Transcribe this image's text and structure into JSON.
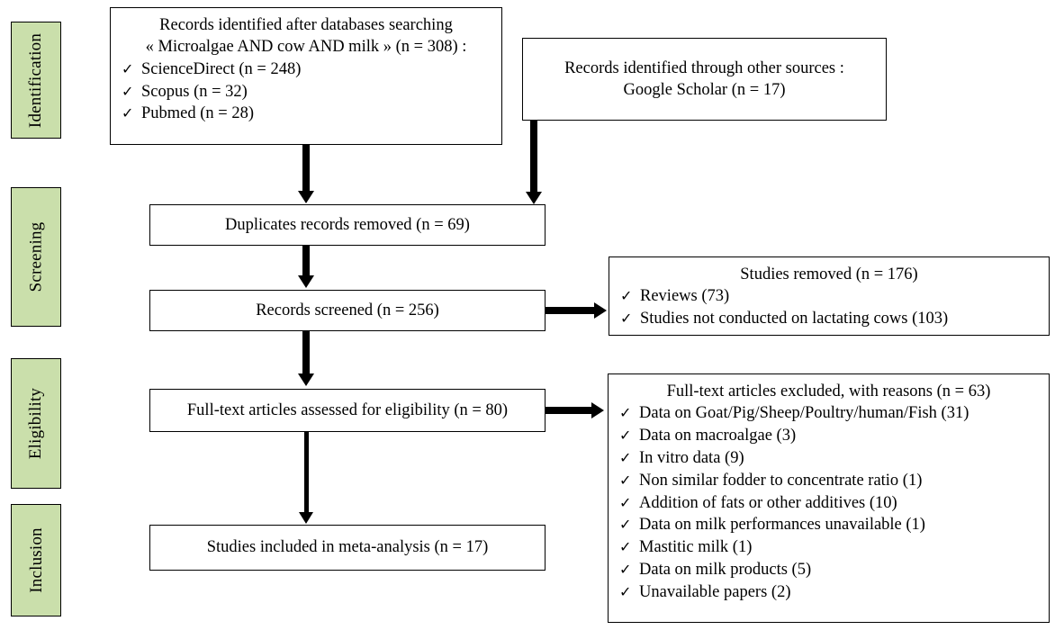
{
  "diagram": {
    "title": "PRISMA flow diagram",
    "accent_green": "#cadfab",
    "line_color": "#000000",
    "background": "#ffffff"
  },
  "stages": [
    {
      "label": "Identification"
    },
    {
      "label": "Screening"
    },
    {
      "label": "Eligibility"
    },
    {
      "label": "Inclusion"
    }
  ],
  "boxes": {
    "identified_databases": {
      "line1": "Records identified after databases  searching",
      "line2": "« Microalgae AND cow AND milk » (n = 308) :",
      "items": [
        {
          "tick": "✓",
          "text": "ScienceDirect  (n = 248)"
        },
        {
          "tick": "✓",
          "text": "Scopus (n = 32)"
        },
        {
          "tick": "✓",
          "text": "Pubmed (n = 28)"
        }
      ]
    },
    "identified_other": {
      "line1": "Records identified through other sources :",
      "line2": "Google Scholar  (n = 17)"
    },
    "duplicates_removed": {
      "text": "Duplicates records removed (n = 69)"
    },
    "records_screened": {
      "text": "Records screened  (n = 256)"
    },
    "studies_removed": {
      "title": "Studies removed (n = 176)",
      "items": [
        {
          "tick": "✓",
          "text": "Reviews  (73)"
        },
        {
          "tick": "✓",
          "text": "Studies not conducted on lactating cows (103)"
        }
      ]
    },
    "fulltext_assessed": {
      "text": "Full-text articles assessed for eligibility (n = 80)"
    },
    "fulltext_excluded": {
      "title": "Full-text articles excluded, with reasons (n = 63)",
      "items": [
        {
          "tick": "✓",
          "text": "Data on Goat/Pig/Sheep/Poultry/human/Fish  (31)"
        },
        {
          "tick": "✓",
          "text": "Data on macroalgae  (3)"
        },
        {
          "tick": "✓",
          "text": "In vitro data (9)"
        },
        {
          "tick": "✓",
          "text": "Non similar fodder to concentrate ratio (1)"
        },
        {
          "tick": "✓",
          "text": "Addition of fats or other additives (10)"
        },
        {
          "tick": "✓",
          "text": "Data on milk performances  unavailable (1)"
        },
        {
          "tick": "✓",
          "text": "Mastitic milk (1)"
        },
        {
          "tick": "✓",
          "text": "Data on milk products (5)"
        },
        {
          "tick": "✓",
          "text": "Unavailable  papers (2)"
        }
      ]
    },
    "included": {
      "text": "Studies included in meta-analysis  (n = 17)"
    }
  }
}
